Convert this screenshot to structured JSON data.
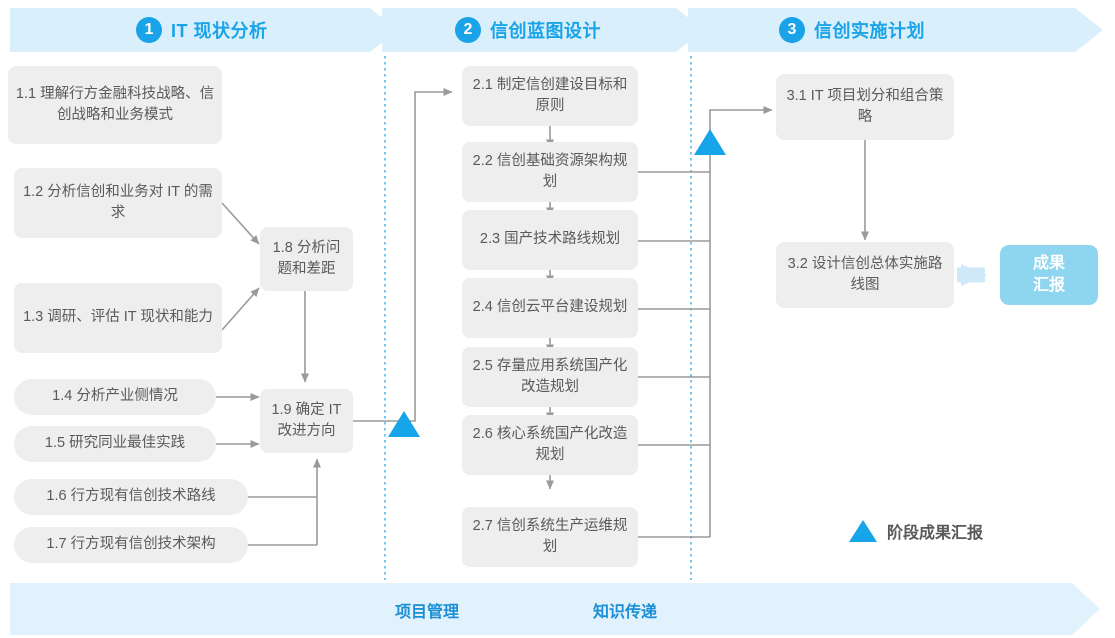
{
  "header": {
    "phases": [
      {
        "num": "1",
        "label": "IT 现状分析"
      },
      {
        "num": "2",
        "label": "信创蓝图设计"
      },
      {
        "num": "3",
        "label": "信创实施计划"
      }
    ]
  },
  "phase1": {
    "boxes": [
      {
        "id": "1.1",
        "text": "1.1 理解行方金融科技战略、信创战略和业务模式"
      },
      {
        "id": "1.2",
        "text": "1.2 分析信创和业务对 IT 的需求"
      },
      {
        "id": "1.3",
        "text": "1.3 调研、评估 IT 现状和能力"
      },
      {
        "id": "1.4",
        "text": "1.4 分析产业侧情况"
      },
      {
        "id": "1.5",
        "text": "1.5 研究同业最佳实践"
      },
      {
        "id": "1.6",
        "text": "1.6 行方现有信创技术路线"
      },
      {
        "id": "1.7",
        "text": "1.7 行方现有信创技术架构"
      },
      {
        "id": "1.8",
        "text": "1.8 分析问题和差距"
      },
      {
        "id": "1.9",
        "text": "1.9 确定 IT 改进方向"
      }
    ]
  },
  "phase2": {
    "boxes": [
      {
        "id": "2.1",
        "text": "2.1 制定信创建设目标和原则"
      },
      {
        "id": "2.2",
        "text": "2.2 信创基础资源架构规划"
      },
      {
        "id": "2.3",
        "text": "2.3 国产技术路线规划"
      },
      {
        "id": "2.4",
        "text": "2.4 信创云平台建设规划"
      },
      {
        "id": "2.5",
        "text": "2.5 存量应用系统国产化改造规划"
      },
      {
        "id": "2.6",
        "text": "2.6 核心系统国产化改造规划"
      },
      {
        "id": "2.7",
        "text": "2.7 信创系统生产运维规划"
      }
    ]
  },
  "phase3": {
    "boxes": [
      {
        "id": "3.1",
        "text": "3.1 IT 项目划分和组合策略"
      },
      {
        "id": "3.2",
        "text": "3.2 设计信创总体实施路线图"
      }
    ],
    "result": "成果汇报"
  },
  "legend": {
    "label": "阶段成果汇报"
  },
  "footer": {
    "items": [
      "项目管理",
      "知识传递"
    ]
  },
  "colors": {
    "accent": "#15a5e8",
    "banner": "#d9effb",
    "box": "#eeeeee",
    "box_text": "#5a5a5a",
    "result_box": "#8ed5ef",
    "footer_text": "#1a8fd6",
    "connector": "#9a9a9a",
    "divider": "#4ab6e8"
  }
}
